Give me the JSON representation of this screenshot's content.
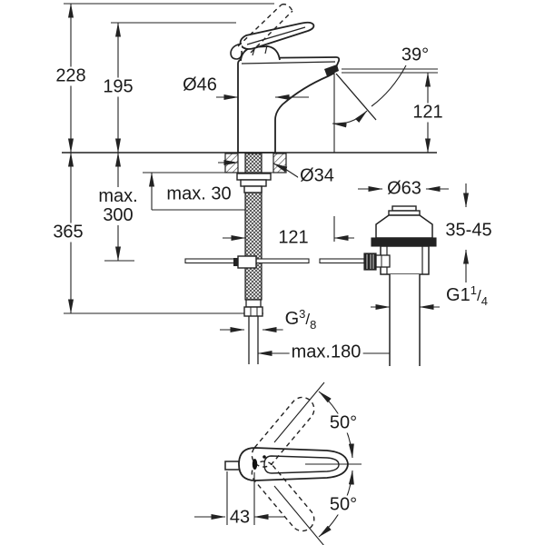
{
  "colors": {
    "line": "#222222",
    "background": "#ffffff",
    "fill_dark": "#222222"
  },
  "dims": {
    "overall_height": "228",
    "lever_top_height": "195",
    "body_diameter": "Ø46",
    "spray_angle": "39°",
    "spout_to_deck": "121",
    "hose_below_max_line1": "max.",
    "hose_below_max_line2": "300",
    "deck_thickness_max": "max. 30",
    "hole_diameter": "Ø34",
    "total_depth_below": "365",
    "rod_offset": "121",
    "waste_flange_diameter": "Ø63",
    "waste_deck_range": "35-45",
    "waste_thread_base": "G1",
    "waste_thread_num": "1",
    "waste_thread_den": "4",
    "supply_thread_base": "G",
    "supply_thread_num": "3",
    "supply_thread_den": "8",
    "slash": "/",
    "hose_to_waste_max": "max.180",
    "handle_swing_up": "50°",
    "handle_swing_down": "50°",
    "handle_offset": "43"
  }
}
